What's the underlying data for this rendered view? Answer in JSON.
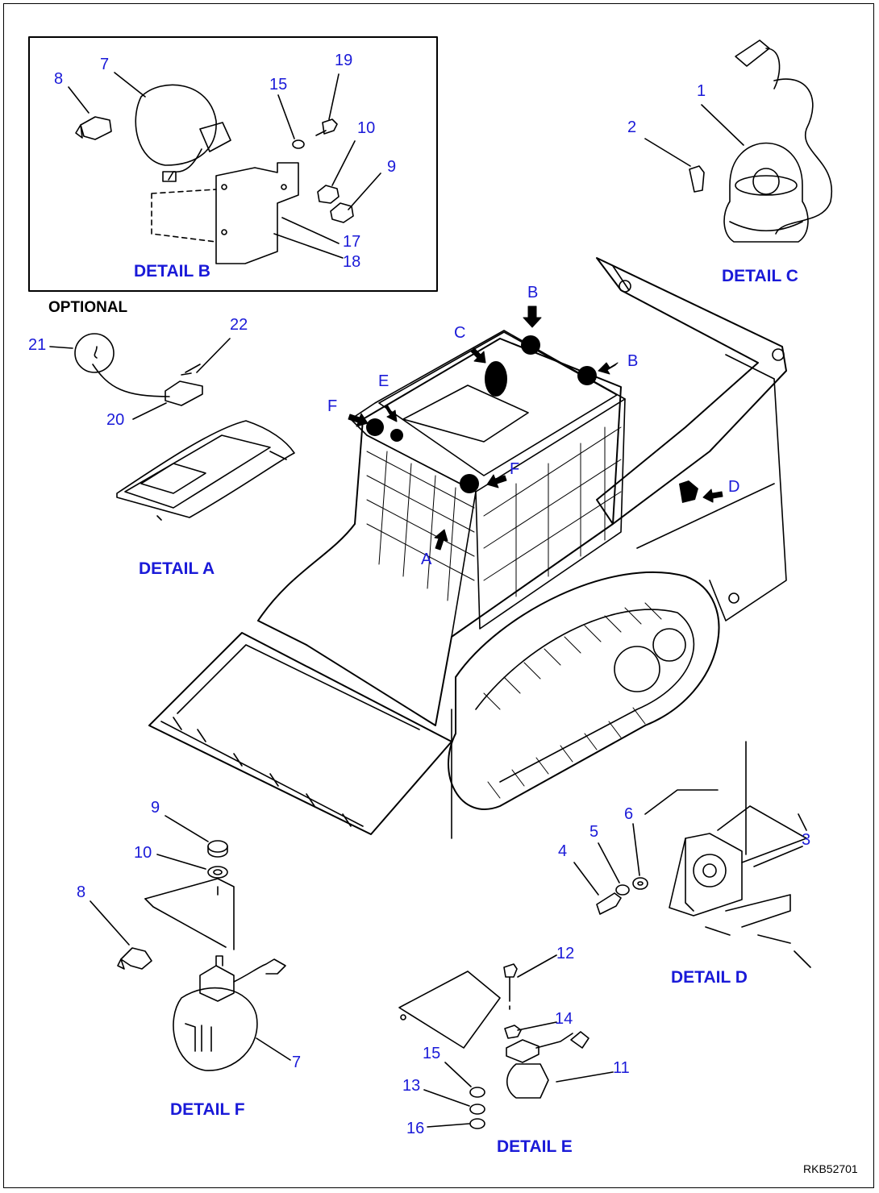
{
  "labels": {
    "detail_a": "DETAIL A",
    "detail_b": "DETAIL B",
    "detail_c": "DETAIL C",
    "detail_d": "DETAIL D",
    "detail_e": "DETAIL E",
    "detail_f": "DETAIL F",
    "optional": "OPTIONAL",
    "drawing_code": "RKB52701"
  },
  "markers": [
    "A",
    "B",
    "B",
    "C",
    "D",
    "E",
    "F",
    "F"
  ],
  "part_numbers": {
    "detail_b": [
      "7",
      "8",
      "15",
      "19",
      "10",
      "9",
      "17",
      "18"
    ],
    "detail_c": [
      "1",
      "2"
    ],
    "optional": [
      "21",
      "22",
      "20"
    ],
    "detail_f": [
      "9",
      "10",
      "8",
      "7"
    ],
    "detail_d": [
      "4",
      "5",
      "6",
      "3"
    ],
    "detail_e": [
      "12",
      "14",
      "15",
      "11",
      "13",
      "16"
    ]
  },
  "colors": {
    "callout": "#1a1ad8",
    "line": "#000000",
    "background": "#ffffff"
  }
}
